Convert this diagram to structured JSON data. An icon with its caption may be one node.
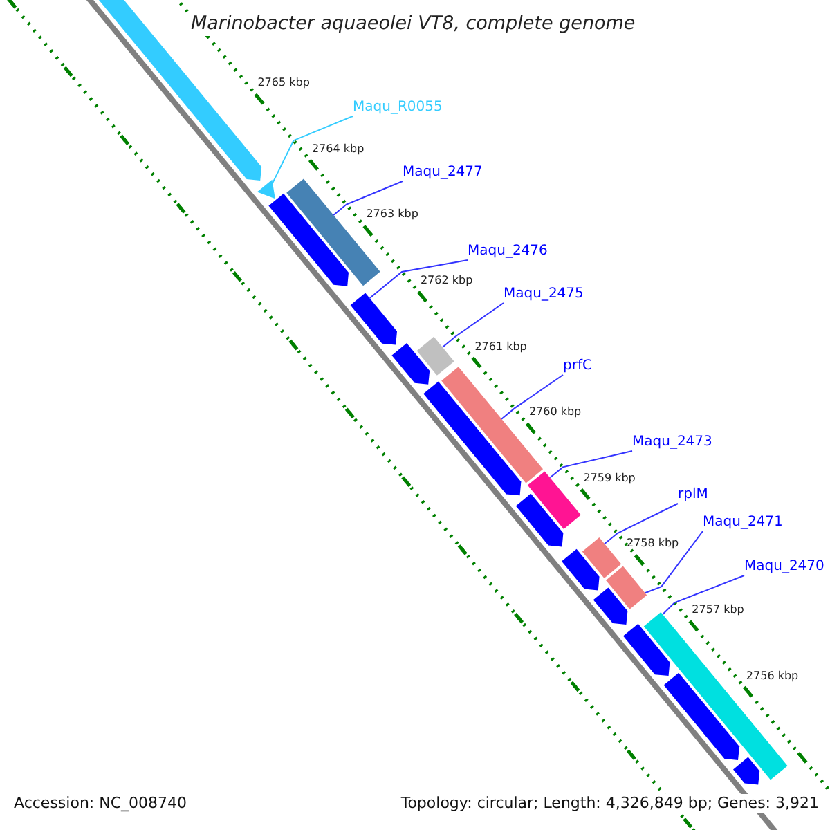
{
  "diagram": {
    "title": "Marinobacter aquaeolei VT8, complete genome",
    "nodes": [
      {
        "text": [
          "Maqu_R0055"
        ]
      },
      {
        "text": [
          "Maqu_2477"
        ]
      },
      {
        "text": [
          "Maqu_2476"
        ]
      },
      {
        "text": [
          "Maqu_2475"
        ]
      },
      {
        "text": [
          "prfC"
        ]
      },
      {
        "text": [
          "Maqu_2473"
        ]
      },
      {
        "text": [
          "rplM"
        ]
      },
      {
        "text": [
          "Maqu_2471"
        ]
      },
      {
        "text": [
          "Maqu_2470"
        ]
      },
      {
        "text": [],
        "shape": "arrow"
      },
      {
        "text": [],
        "shape": "bar"
      },
      {
        "text": [],
        "shape": "triangle"
      },
      {
        "text": [],
        "shape": "arrow"
      },
      {
        "text": [],
        "shape": "arrow"
      },
      {
        "text": [],
        "shape": "bar"
      },
      {
        "text": [],
        "shape": "arrow"
      },
      {
        "text": [],
        "shape": "bar"
      },
      {
        "text": [],
        "shape": "arrow"
      },
      {
        "text": [],
        "shape": "bar"
      },
      {
        "text": [],
        "shape": "arrow"
      },
      {
        "text": [],
        "shape": "bar"
      },
      {
        "text": [],
        "shape": "arrow"
      },
      {
        "text": [],
        "shape": "bar"
      },
      {
        "text": [],
        "shape": "arrow"
      },
      {
        "text": [],
        "shape": "bar"
      },
      {
        "text": [],
        "shape": "arrow"
      },
      {
        "text": [],
        "shape": "arrow"
      },
      {
        "text": [],
        "shape": "arrow"
      }
    ],
    "edges": [
      {
        "from": 0,
        "to": 11,
        "arrow": "none",
        "color": "#33ccff"
      },
      {
        "from": 1,
        "to": 10,
        "arrow": "none"
      },
      {
        "from": 2,
        "to": 13,
        "arrow": "none"
      },
      {
        "from": 3,
        "to": 14,
        "arrow": "none"
      },
      {
        "from": 4,
        "to": 16,
        "arrow": "none"
      },
      {
        "from": 5,
        "to": 18,
        "arrow": "none"
      },
      {
        "from": 6,
        "to": 20,
        "arrow": "none"
      },
      {
        "from": 7,
        "to": 22,
        "arrow": "none"
      },
      {
        "from": 8,
        "to": 24,
        "arrow": "none"
      }
    ],
    "labels": [
      "2765 kbp",
      "2764 kbp",
      "2763 kbp",
      "2762 kbp",
      "2761 kbp",
      "2760 kbp",
      "2759 kbp",
      "2758 kbp",
      "2757 kbp",
      "2756 kbp",
      "Accession: NC_008740",
      "Topology: circular; Length: 4,326,849 bp; Genes: 3,921"
    ]
  }
}
